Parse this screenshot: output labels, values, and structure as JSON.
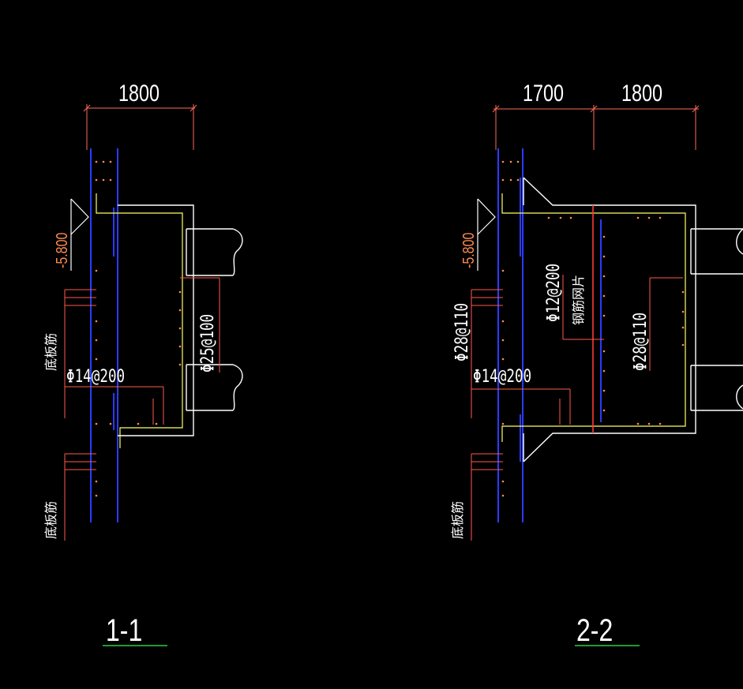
{
  "colors": {
    "background": "#000000",
    "white": "#ffffff",
    "red": "#ff5a4a",
    "yellow": "#ffff66",
    "blue": "#2a3cff",
    "dim": "#ff6a5a",
    "orange": "#ff8c50",
    "green": "#2ecc40"
  },
  "section_1": {
    "title": "1-1",
    "dimension": "1800",
    "elevation": "-5.800",
    "label_bottom_bar_top": "底板筋",
    "label_bottom_bar_bottom": "底板筋",
    "rebar_horizontal": "Φ14@200",
    "rebar_side": "Φ25@100"
  },
  "section_2": {
    "title": "2-2",
    "dimension_left": "1700",
    "dimension_right": "1800",
    "elevation": "-5.800",
    "label_bottom_bar": "底板筋",
    "rebar_vertical_left": "Φ28@110",
    "rebar_horizontal": "Φ14@200",
    "rebar_mesh": "Φ12@200",
    "mesh_label": "钢筋网片",
    "rebar_vertical_right": "Φ28@110"
  }
}
